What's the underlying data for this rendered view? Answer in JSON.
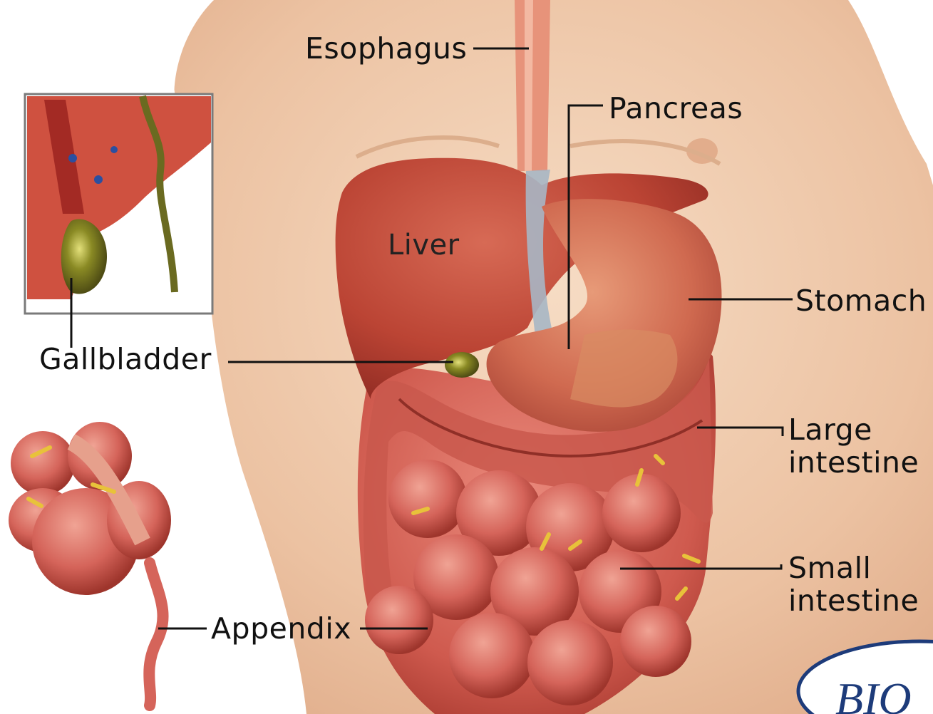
{
  "labels": {
    "esophagus": "Esophagus",
    "pancreas": "Pancreas",
    "liver": "Liver",
    "stomach": "Stomach",
    "gallbladder": "Gallbladder",
    "large_intestine_1": "Large",
    "large_intestine_2": "intestine",
    "small_intestine_1": "Small",
    "small_intestine_2": "intestine",
    "appendix": "Appendix"
  },
  "logo": {
    "text": "BIO"
  },
  "colors": {
    "skin": "#efc8a9",
    "organ_red": "#c8463a",
    "organ_dark": "#8e2a22",
    "intestine": "#d5645a",
    "gallbladder": "#6b6a1c",
    "leader": "#111111",
    "logo_blue": "#1d3b7a"
  }
}
